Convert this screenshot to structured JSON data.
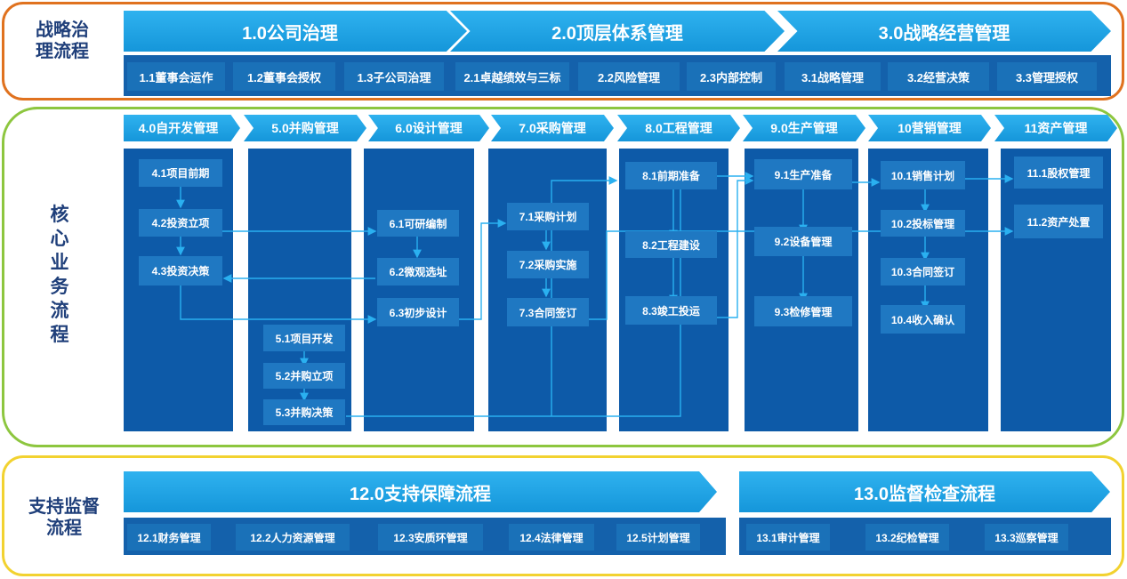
{
  "colors": {
    "top_border": "#e0721f",
    "middle_border": "#8dc63f",
    "bottom_border": "#f2d230",
    "label_text": "#1f3f7a",
    "chevron": "#1ba6e8",
    "band": "#1461ab",
    "column": "#0d5aa8",
    "node": "#1f78c2",
    "arrow": "#2ab0f0"
  },
  "strategy": {
    "label": "战略治理流程",
    "groups": [
      {
        "title": "1.0公司治理",
        "items": [
          "1.1董事会运作",
          "1.2董事会授权",
          "1.3子公司治理"
        ]
      },
      {
        "title": "2.0顶层体系管理",
        "items": [
          "2.1卓越绩效与三标",
          "2.2风险管理",
          "2.3内部控制"
        ]
      },
      {
        "title": "3.0战略经营管理",
        "items": [
          "3.1战略管理",
          "3.2经营决策",
          "3.3管理授权"
        ]
      }
    ]
  },
  "core": {
    "label": "核心业务流程",
    "columns": [
      {
        "title": "4.0自开发管理",
        "items": [
          "4.1项目前期",
          "4.2投资立项",
          "4.3投资决策"
        ]
      },
      {
        "title": "5.0并购管理",
        "items": [
          "5.1项目开发",
          "5.2并购立项",
          "5.3并购决策"
        ]
      },
      {
        "title": "6.0设计管理",
        "items": [
          "6.1可研编制",
          "6.2微观选址",
          "6.3初步设计"
        ]
      },
      {
        "title": "7.0采购管理",
        "items": [
          "7.1采购计划",
          "7.2采购实施",
          "7.3合同签订"
        ]
      },
      {
        "title": "8.0工程管理",
        "items": [
          "8.1前期准备",
          "8.2工程建设",
          "8.3竣工投运"
        ]
      },
      {
        "title": "9.0生产管理",
        "items": [
          "9.1生产准备",
          "9.2设备管理",
          "9.3检修管理"
        ]
      },
      {
        "title": "10营销管理",
        "items": [
          "10.1销售计划",
          "10.2投标管理",
          "10.3合同签订",
          "10.4收入确认"
        ]
      },
      {
        "title": "11资产管理",
        "items": [
          "11.1股权管理",
          "11.2资产处置"
        ]
      }
    ]
  },
  "support": {
    "label": "支持监督流程",
    "groups": [
      {
        "title": "12.0支持保障流程",
        "items": [
          "12.1财务管理",
          "12.2人力资源管理",
          "12.3安质环管理",
          "12.4法律管理",
          "12.5计划管理"
        ]
      },
      {
        "title": "13.0监督检查流程",
        "items": [
          "13.1审计管理",
          "13.2纪检管理",
          "13.3巡察管理"
        ]
      }
    ]
  }
}
